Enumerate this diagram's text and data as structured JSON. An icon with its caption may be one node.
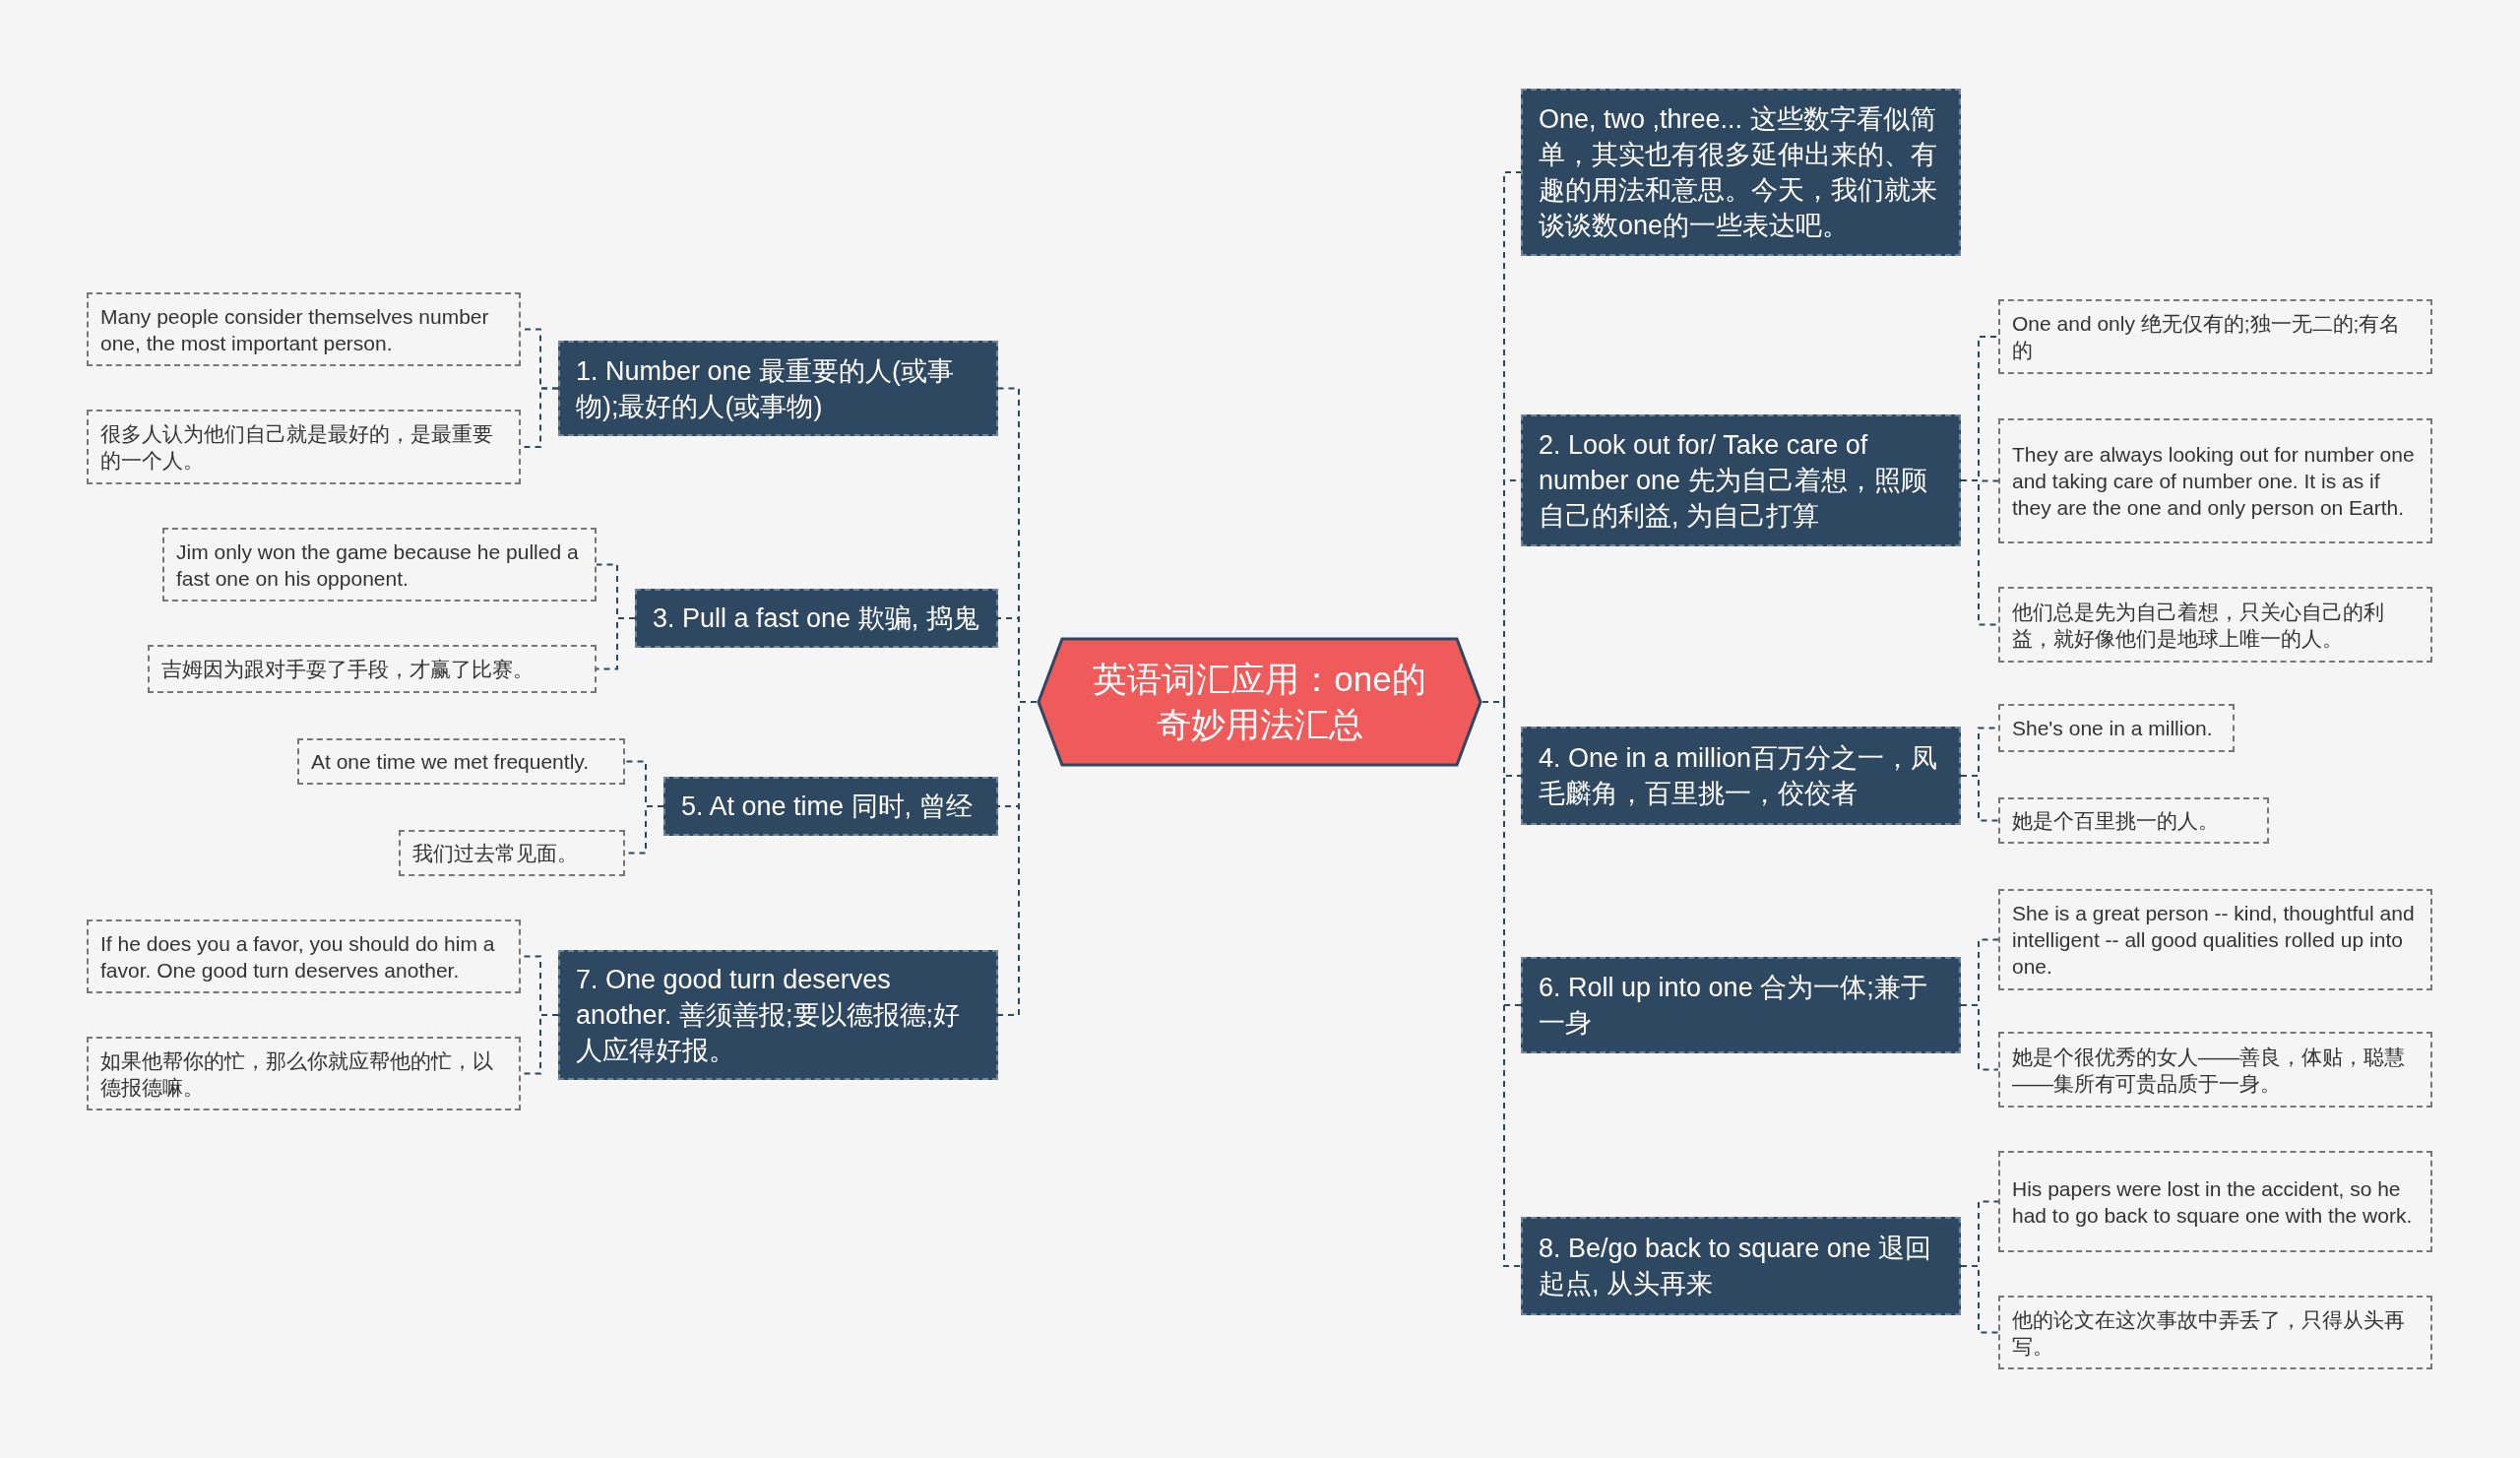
{
  "diagram": {
    "nodes": [
      {
        "text": [
          "英语词汇应用：one的奇妙用法汇总"
        ]
      },
      {
        "text": [
          "1. Number one 最重要的人(或事物);最好的人(或事物)"
        ]
      },
      {
        "text": [
          "Many people consider themselves number one, the most important person."
        ]
      },
      {
        "text": [
          "很多人认为他们自己就是最好的，是最重要的一个人。"
        ]
      },
      {
        "text": [
          "3. Pull a fast one 欺骗, 捣鬼"
        ]
      },
      {
        "text": [
          "Jim only won the game because he pulled a fast one on his opponent."
        ]
      },
      {
        "text": [
          "吉姆因为跟对手耍了手段，才赢了比赛。"
        ]
      },
      {
        "text": [
          "5. At one time 同时, 曾经"
        ]
      },
      {
        "text": [
          "At one time we met frequently."
        ]
      },
      {
        "text": [
          "我们过去常见面。"
        ]
      },
      {
        "text": [
          "7. One good turn deserves another. 善须善报;要以德报德;好人应得好报。"
        ]
      },
      {
        "text": [
          "If he does you a favor, you should do him a favor. One good turn deserves another."
        ]
      },
      {
        "text": [
          "如果他帮你的忙，那么你就应帮他的忙，以德报德嘛。"
        ]
      },
      {
        "text": [
          "One, two ,three... 这些数字看似简单，其实也有很多延伸出来的、有趣的用法和意思。今天，我们就来谈谈数one的一些表达吧。"
        ]
      },
      {
        "text": [
          "2. Look out for/ Take care of number one 先为自己着想，照顾自己的利益, 为自己打算"
        ]
      },
      {
        "text": [
          "One and only 绝无仅有的;独一无二的;有名的"
        ]
      },
      {
        "text": [
          "They are always looking out for number one and taking care of number one. It is as if they are the one and only person on Earth."
        ]
      },
      {
        "text": [
          "他们总是先为自己着想，只关心自己的利益，就好像他们是地球上唯一的人。"
        ]
      },
      {
        "text": [
          "4. One in a million百万分之一，凤毛麟角，百里挑一，佼佼者"
        ]
      },
      {
        "text": [
          "She's one in a million."
        ]
      },
      {
        "text": [
          "她是个百里挑一的人。"
        ]
      },
      {
        "text": [
          "6. Roll up into one 合为一体;兼于一身"
        ]
      },
      {
        "text": [
          "She is a great person -- kind, thoughtful and intelligent -- all good qualities rolled up into one."
        ]
      },
      {
        "text": [
          "她是个很优秀的女人——善良，体贴，聪慧——集所有可贵品质于一身。"
        ]
      },
      {
        "text": [
          "8. Be/go back to square one 退回起点, 从头再来"
        ]
      },
      {
        "text": [
          "His papers were lost in the accident, so he had to go back to square one with the work."
        ]
      },
      {
        "text": [
          "他的论文在这次事故中弄丢了，只得从头再写。"
        ]
      }
    ],
    "edges": [
      {
        "from": 0,
        "to": 1,
        "arrow": "none"
      },
      {
        "from": 1,
        "to": 2,
        "arrow": "none"
      },
      {
        "from": 1,
        "to": 3,
        "arrow": "none"
      },
      {
        "from": 0,
        "to": 4,
        "arrow": "none"
      },
      {
        "from": 4,
        "to": 5,
        "arrow": "none"
      },
      {
        "from": 4,
        "to": 6,
        "arrow": "none"
      },
      {
        "from": 0,
        "to": 7,
        "arrow": "none"
      },
      {
        "from": 7,
        "to": 8,
        "arrow": "none"
      },
      {
        "from": 7,
        "to": 9,
        "arrow": "none"
      },
      {
        "from": 0,
        "to": 10,
        "arrow": "none"
      },
      {
        "from": 10,
        "to": 11,
        "arrow": "none"
      },
      {
        "from": 10,
        "to": 12,
        "arrow": "none"
      },
      {
        "from": 0,
        "to": 13,
        "arrow": "none"
      },
      {
        "from": 0,
        "to": 14,
        "arrow": "none"
      },
      {
        "from": 14,
        "to": 15,
        "arrow": "none"
      },
      {
        "from": 14,
        "to": 16,
        "arrow": "none"
      },
      {
        "from": 14,
        "to": 17,
        "arrow": "none"
      },
      {
        "from": 0,
        "to": 18,
        "arrow": "none"
      },
      {
        "from": 18,
        "to": 19,
        "arrow": "none"
      },
      {
        "from": 18,
        "to": 20,
        "arrow": "none"
      },
      {
        "from": 0,
        "to": 21,
        "arrow": "none"
      },
      {
        "from": 21,
        "to": 22,
        "arrow": "none"
      },
      {
        "from": 21,
        "to": 23,
        "arrow": "none"
      },
      {
        "from": 0,
        "to": 24,
        "arrow": "none"
      },
      {
        "from": 24,
        "to": 25,
        "arrow": "none"
      },
      {
        "from": 24,
        "to": 26,
        "arrow": "none"
      }
    ]
  }
}
